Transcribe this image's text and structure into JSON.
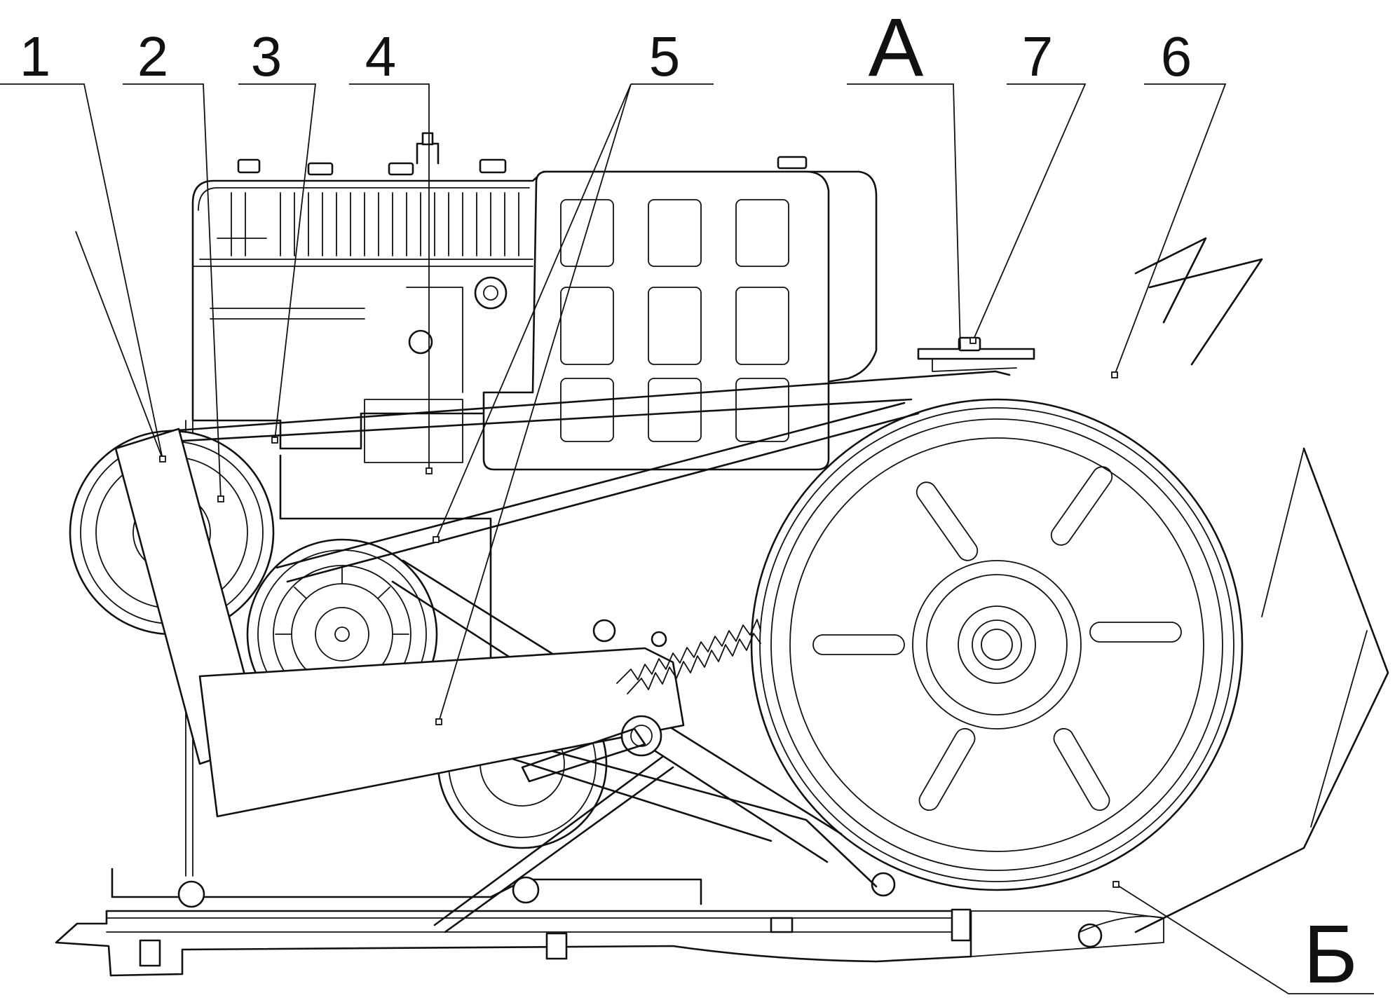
{
  "callouts": {
    "c1": "1",
    "c2": "2",
    "c3": "3",
    "c4": "4",
    "c5": "5",
    "cA": "А",
    "c7": "7",
    "c6": "6",
    "cB": "Б"
  }
}
